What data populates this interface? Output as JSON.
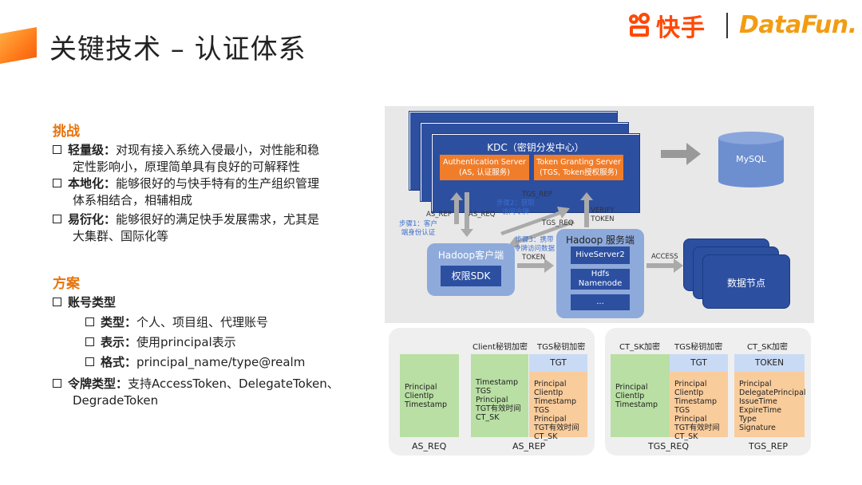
{
  "header": {
    "title": "关键技术 – 认证体系",
    "logo_kuaishou": "快手",
    "logo_datafun": "DataFun."
  },
  "challenges": {
    "heading": "挑战",
    "items": [
      {
        "label": "轻量级：",
        "text": "对现有接入系统入侵最小，对性能和稳",
        "cont": "定性影响小，原理简单具有良好的可解释性"
      },
      {
        "label": "本地化：",
        "text": "能够很好的与快手特有的生产组织管理",
        "cont": "体系相结合，相辅相成"
      },
      {
        "label": "易衍化：",
        "text": "能够很好的满足快手发展需求，尤其是",
        "cont": "大集群、国际化等"
      }
    ]
  },
  "solution": {
    "heading": "方案",
    "account_type": "账号类型",
    "sub_items": [
      {
        "label": "类型：",
        "text": "个人、项目组、代理账号"
      },
      {
        "label": "表示：",
        "text": "使用principal表示"
      },
      {
        "label": "格式：",
        "text": "principal_name/type@realm"
      }
    ],
    "token_label": "令牌类型：",
    "token_text": "支持AccessToken、DelegateToken、",
    "token_cont": "DegradeToken"
  },
  "diagram": {
    "kdc_title": "KDC（密钥分发中心）",
    "auth_server": [
      "Authentication Server",
      "(AS, 认证服务)"
    ],
    "tgs_server": [
      "Token Granting Server",
      "(TGS, Token授权服务)"
    ],
    "mysql": "MySQL",
    "hadoop_client": "Hadoop客户端",
    "sdk": "权限SDK",
    "hadoop_server": "Hadoop 服务端",
    "hiveserver": "HiveServer2",
    "namenode": [
      "Hdfs",
      "Namenode"
    ],
    "ellipsis": "...",
    "data_node": "数据节点",
    "as_rep": "AS_REP",
    "as_req": "AS_REQ",
    "tgs_rep": "TGS_REP",
    "tgs_req": "TGS_REQ",
    "verify": [
      "VERIFY",
      "TOKEN"
    ],
    "step1": [
      "步骤1：客户",
      "端身份认证"
    ],
    "step2": [
      "步骤2：获取",
      "访问令牌"
    ],
    "step3": [
      "步骤3：携带",
      "令牌访问数据"
    ],
    "token": "TOKEN",
    "access": "ACCESS"
  },
  "table1": {
    "hdr_client": "Client秘钥加密",
    "hdr_tgs": "TGS秘钥加密",
    "as_req_fields": [
      "Principal",
      "ClientIp",
      "Timestamp"
    ],
    "as_rep_client_fields": [
      "Timestamp",
      "TGS Principal",
      "TGT有效时间",
      "CT_SK"
    ],
    "tgt_label": "TGT",
    "tgt_fields": [
      "Principal",
      "ClientIp",
      "Timestamp",
      "TGS Principal",
      "TGT有效时间",
      "CT_SK"
    ],
    "cap_as_req": "AS_REQ",
    "cap_as_rep": "AS_REP"
  },
  "table2": {
    "hdr_ctsk": "CT_SK加密",
    "hdr_tgs": "TGS秘钥加密",
    "hdr_ctsk2": "CT_SK加密",
    "tgs_req_fields": [
      "Principal",
      "ClientIp",
      "Timestamp"
    ],
    "tgt_label": "TGT",
    "tgt_fields": [
      "Principal",
      "ClientIp",
      "Timestamp",
      "TGS Principal",
      "TGT有效时间",
      "CT_SK"
    ],
    "token_label": "TOKEN",
    "token_fields": [
      "Principal",
      "DelegatePrincipal",
      "IssueTime",
      "ExpireTime",
      "Type",
      "Signature"
    ],
    "cap_tgs_req": "TGS_REQ",
    "cap_tgs_rep": "TGS_REP"
  }
}
